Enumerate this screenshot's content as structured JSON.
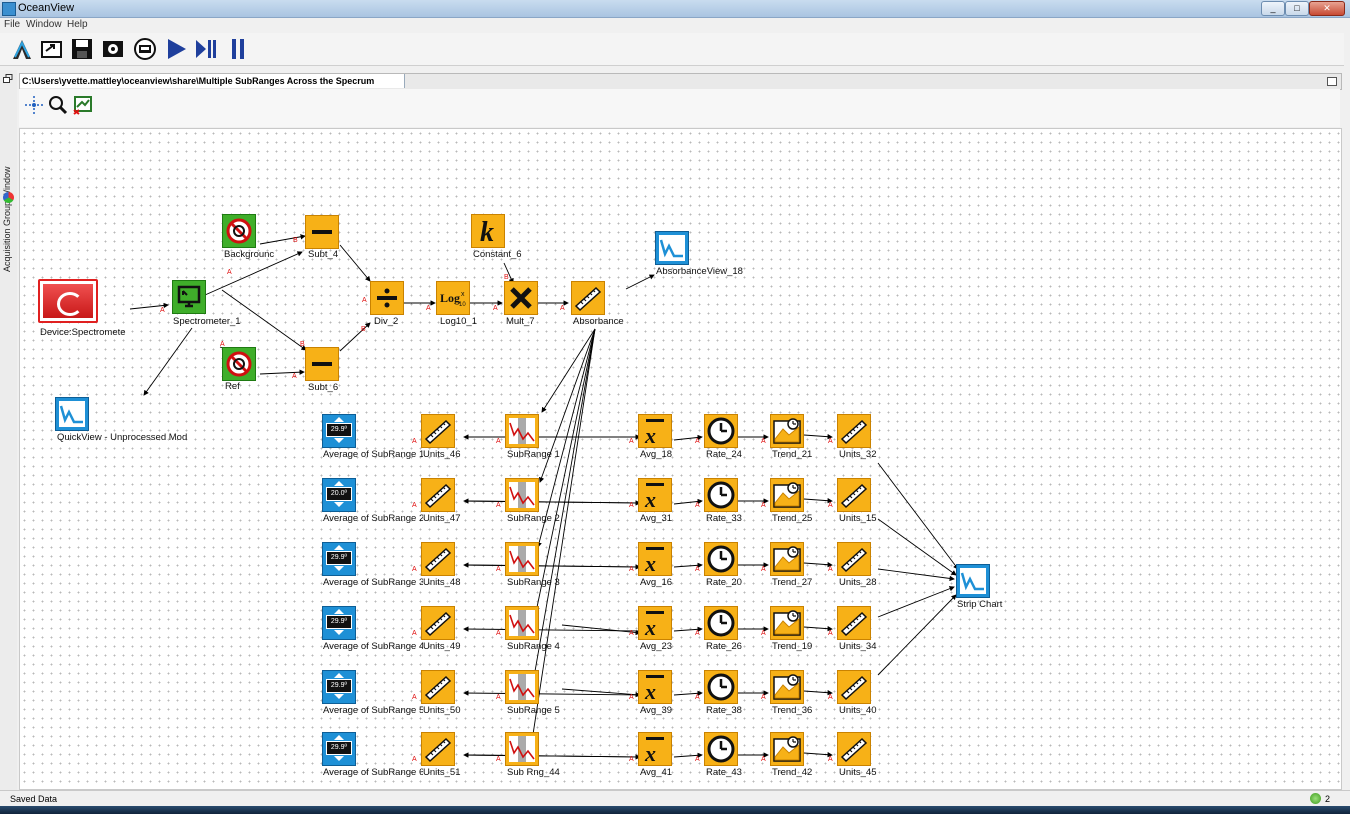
{
  "window": {
    "title": "OceanView",
    "controls": [
      "_",
      "□",
      "✕"
    ]
  },
  "menu": [
    "File",
    "Window",
    "Help"
  ],
  "toolbar": [
    "new-wizard-icon",
    "open-icon",
    "save-icon",
    "save-as-icon",
    "print-icon",
    "play-icon",
    "play-pause-icon",
    "pause-icon"
  ],
  "sidebar_label": "Acquisition Group Window",
  "path": "C:\\Users\\yvette.mattley\\oceanview\\share\\Multiple SubRanges Across the Specrum",
  "canvas_tools": [
    "pan-icon",
    "zoom-icon",
    "fit-icon"
  ],
  "status": {
    "text": "Saved Data",
    "count": "2"
  },
  "nodes": [
    {
      "id": "device",
      "label": "Device:Spectromete",
      "type": "device"
    },
    {
      "id": "spec",
      "label": "Spectrometer_1",
      "type": "spectrometer"
    },
    {
      "id": "quick",
      "label": "QuickView - Unprocessed Mod",
      "type": "graph"
    },
    {
      "id": "bg",
      "label": "Backgrounc",
      "type": "store"
    },
    {
      "id": "ref",
      "label": "Ref",
      "type": "store"
    },
    {
      "id": "subt4",
      "label": "Subt_4",
      "type": "minus"
    },
    {
      "id": "subt6",
      "label": "Subt_6",
      "type": "minus"
    },
    {
      "id": "div2",
      "label": "Div_2",
      "type": "divide"
    },
    {
      "id": "log",
      "label": "Log10_1",
      "type": "log"
    },
    {
      "id": "const",
      "label": "Constant_6",
      "type": "constant"
    },
    {
      "id": "mult",
      "label": "Mult_7",
      "type": "multiply"
    },
    {
      "id": "absorb",
      "label": "Absorbance",
      "type": "units"
    },
    {
      "id": "absview",
      "label": "AbsorbanceView_18",
      "type": "graph"
    },
    {
      "id": "strip",
      "label": "Strip Chart",
      "type": "graph"
    }
  ],
  "rows": [
    {
      "avg_sub": "Average of SubRange 1",
      "disp": "29.9º",
      "units_a": "Units_46",
      "subrange": "SubRange 1",
      "avg": "Avg_18",
      "rate": "Rate_24",
      "trend": "Trend_21",
      "units_b": "Units_32"
    },
    {
      "avg_sub": "Average of SubRange 2",
      "disp": "20.0º",
      "units_a": "Units_47",
      "subrange": "SubRange 2",
      "avg": "Avg_31",
      "rate": "Rate_33",
      "trend": "Trend_25",
      "units_b": "Units_15"
    },
    {
      "avg_sub": "Average of SubRange 3",
      "disp": "29.9º",
      "units_a": "Units_48",
      "subrange": "SubRange 3",
      "avg": "Avg_16",
      "rate": "Rate_20",
      "trend": "Trend_27",
      "units_b": "Units_28"
    },
    {
      "avg_sub": "Average of SubRange 4",
      "disp": "29.9º",
      "units_a": "Units_49",
      "subrange": "SubRange 4",
      "avg": "Avg_23",
      "rate": "Rate_26",
      "trend": "Trend_19",
      "units_b": "Units_34"
    },
    {
      "avg_sub": "Average of SubRange 5",
      "disp": "29.9º",
      "units_a": "Units_50",
      "subrange": "SubRange 5",
      "avg": "Avg_39",
      "rate": "Rate_38",
      "trend": "Trend_36",
      "units_b": "Units_40"
    },
    {
      "avg_sub": "Average of SubRange 6",
      "disp": "29.9º",
      "units_a": "Units_51",
      "subrange": "Sub Rng_44",
      "avg": "Avg_41",
      "rate": "Rate_43",
      "trend": "Trend_42",
      "units_b": "Units_45"
    }
  ],
  "colors": {
    "node_orange": "#f7b117",
    "node_border": "#c98200",
    "blue_node": "#1e90d6",
    "green_node": "#3fae2a",
    "red_node": "#e02020",
    "wire": "#000000",
    "port_mark": "#e01010"
  }
}
